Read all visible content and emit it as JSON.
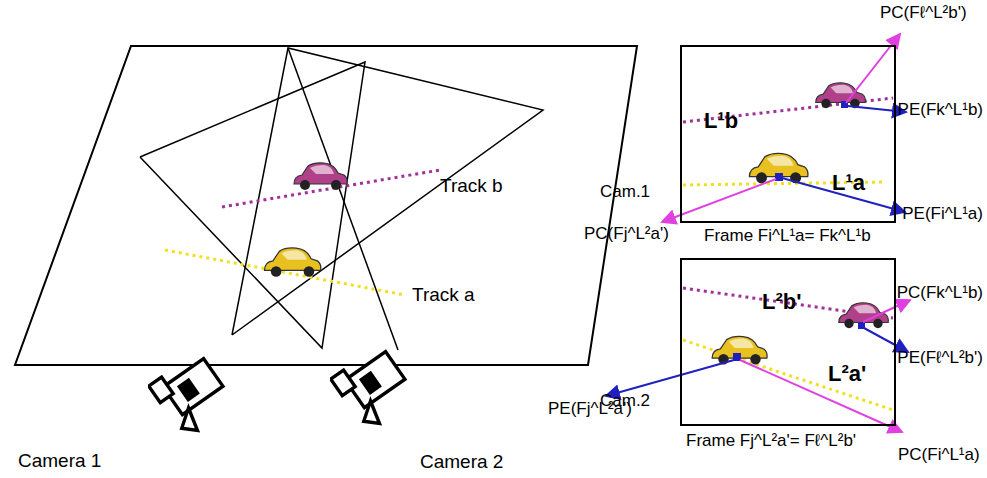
{
  "diagram": {
    "nodes": [
      {
        "text": [
          "Cam.1",
          "L¹b",
          "L¹a",
          "Frame Fi^L¹a= Fk^L¹b"
        ]
      },
      {
        "text": [
          "Cam.2",
          "L²b'",
          "L²a'",
          "Frame Fj^L²a'= Fℓ^L²b'"
        ]
      }
    ],
    "labels": [
      "Track b",
      "Track a",
      "Camera 1",
      "Camera 2",
      "PC(Fℓ^L²b')",
      "PE(Fk^L¹b)",
      "PE(Fi^L¹a)",
      "PC(Fj^L²a')",
      "PC(Fk^L¹b)",
      "PE(Fℓ^L²b')",
      "PE(Fj^L²a')",
      "PC(Fi^L¹a)"
    ]
  }
}
